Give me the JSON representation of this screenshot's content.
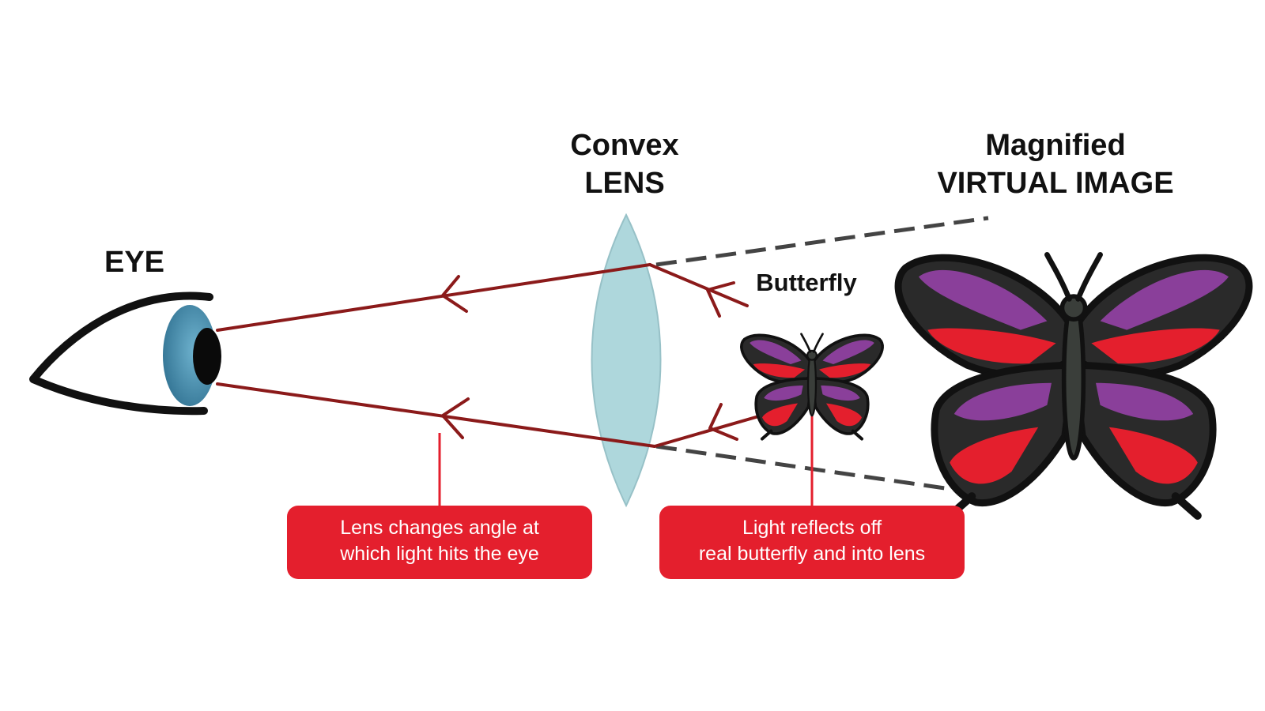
{
  "labels": {
    "eye": "EYE",
    "lens_line1": "Convex",
    "lens_line2": "LENS",
    "virtual_line1": "Magnified",
    "virtual_line2": "VIRTUAL IMAGE",
    "butterfly": "Butterfly"
  },
  "callouts": {
    "left_line1": "Lens changes angle at",
    "left_line2": "which light hits the eye",
    "right_line1": "Light reflects off",
    "right_line2": "real butterfly and into lens"
  },
  "colors": {
    "ray": "#8b1a1a",
    "callout": "#e41f2d",
    "lens": "#a8d4da",
    "eye_iris": "#4a90b0",
    "wing_purple": "#8a3f9a",
    "wing_red": "#e41f2d",
    "wing_dark": "#2a2a2a"
  }
}
